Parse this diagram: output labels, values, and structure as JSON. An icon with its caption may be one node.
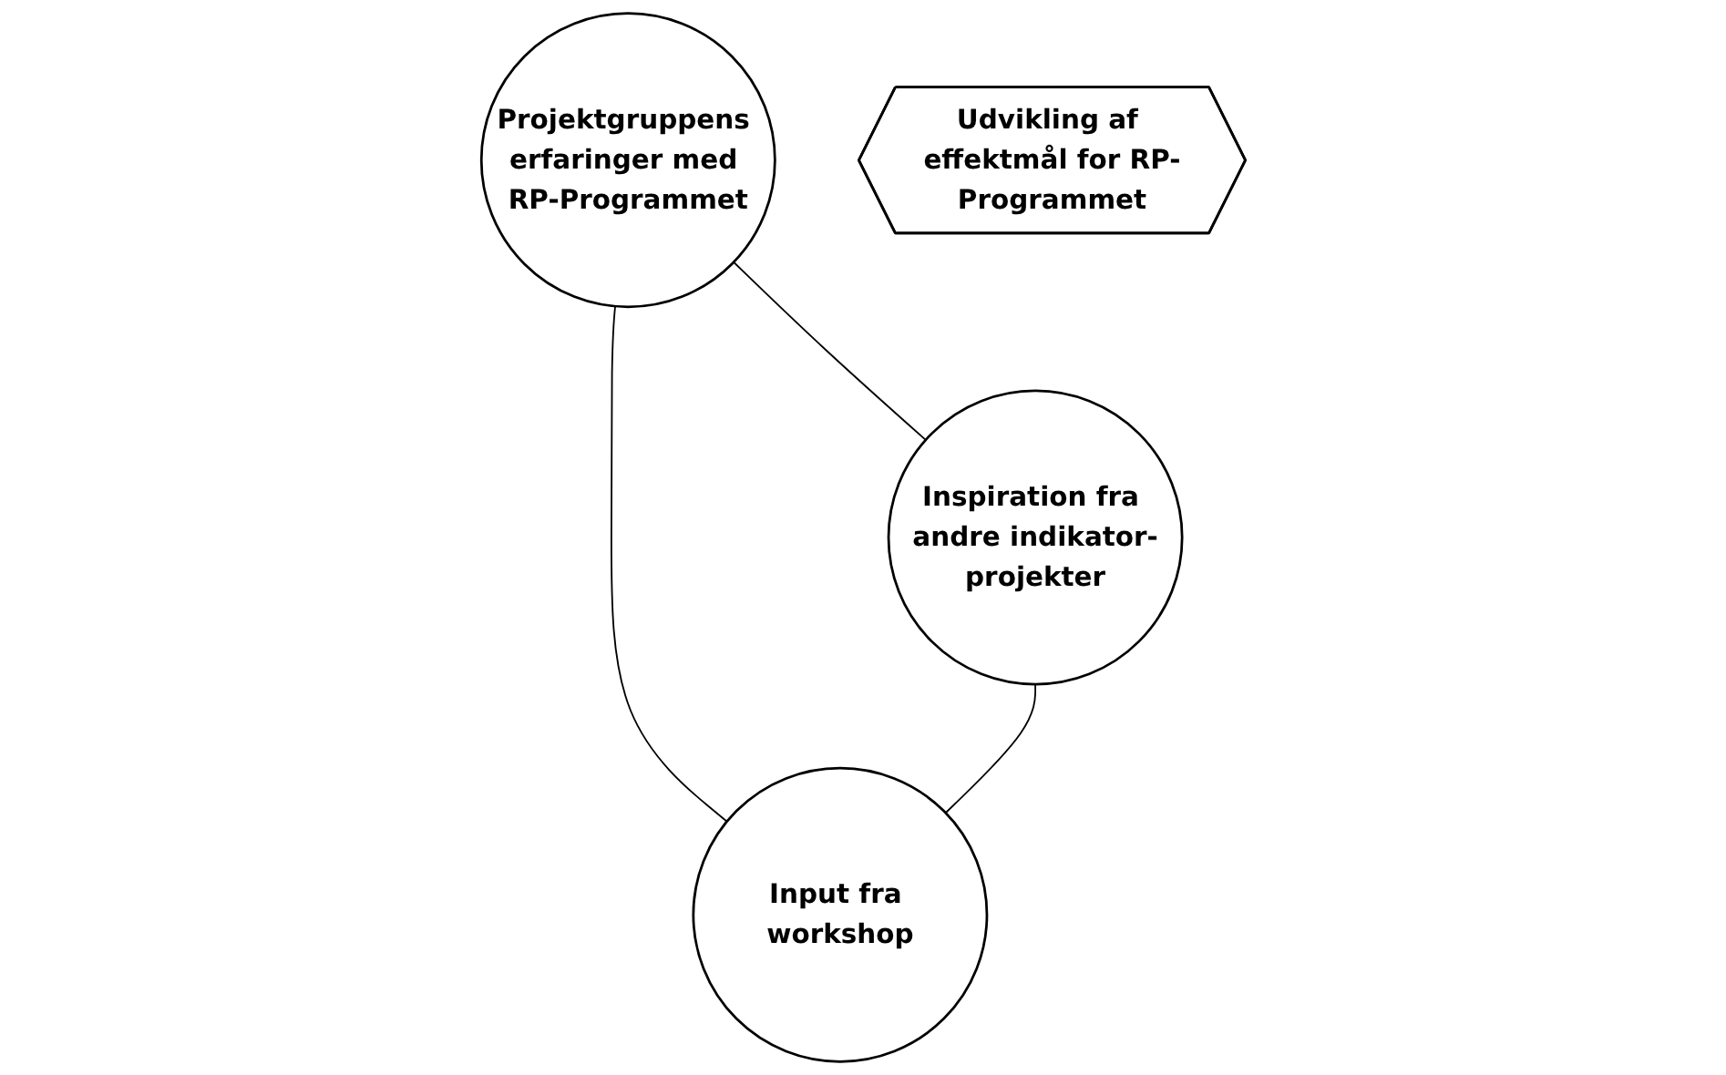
{
  "diagram": {
    "nodes": [
      {
        "text": [
          "Projektgruppens erfaringer med RP-Programmet"
        ]
      },
      {
        "text": [
          "Udvikling af effektmål for RP-Programmet"
        ]
      },
      {
        "text": [
          "Inspiration fra andre indikator-projekter"
        ]
      },
      {
        "text": [
          "Input fra workshop"
        ]
      }
    ],
    "edges": [
      {
        "from": 0,
        "to": 2,
        "arrow": "none"
      },
      {
        "from": 0,
        "to": 3,
        "arrow": "none"
      },
      {
        "from": 2,
        "to": 3,
        "arrow": "none"
      }
    ]
  }
}
